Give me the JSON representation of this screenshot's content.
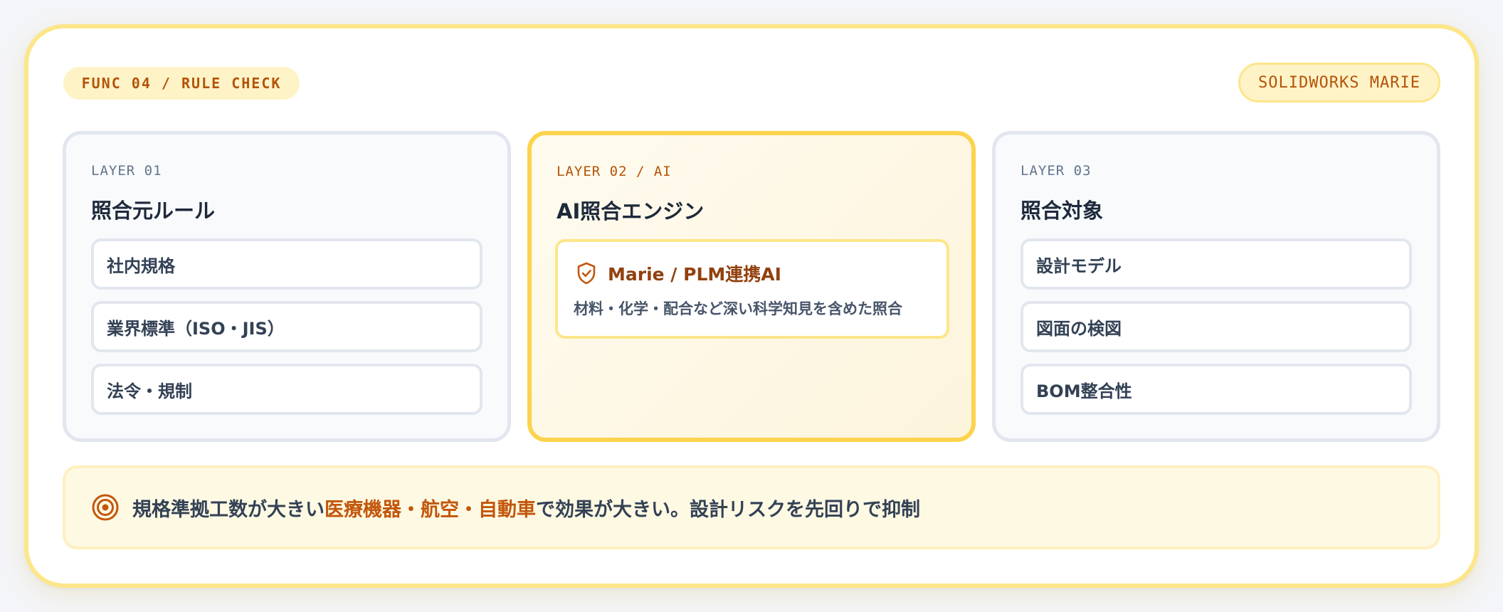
{
  "header": {
    "func_label": "FUNC 04 / RULE CHECK",
    "product_label": "SOLIDWORKS MARIE"
  },
  "layers": [
    {
      "tag": "LAYER 01",
      "title": "照合元ルール",
      "items": [
        "社内規格",
        "業界標準（ISO・JIS）",
        "法令・規制"
      ]
    },
    {
      "tag": "LAYER 02 / AI",
      "title": "AI照合エンジン",
      "engine": {
        "icon": "shield-check-icon",
        "name": "Marie / PLM連携AI",
        "description": "材料・化学・配合など深い科学知見を含めた照合"
      }
    },
    {
      "tag": "LAYER 03",
      "title": "照合対象",
      "items": [
        "設計モデル",
        "図面の検図",
        "BOM整合性"
      ]
    }
  ],
  "banner": {
    "icon": "target-icon",
    "text_before": "規格準拠工数が大きい",
    "highlight": "医療機器・航空・自動車",
    "text_after": "で効果が大きい。設計リスクを先回りで抑制"
  },
  "colors": {
    "accent": "#b45309",
    "accent_border": "#fde68a",
    "highlight": "#c2570c",
    "text_dark": "#1e293b",
    "panel_bg": "#f8fafc"
  }
}
